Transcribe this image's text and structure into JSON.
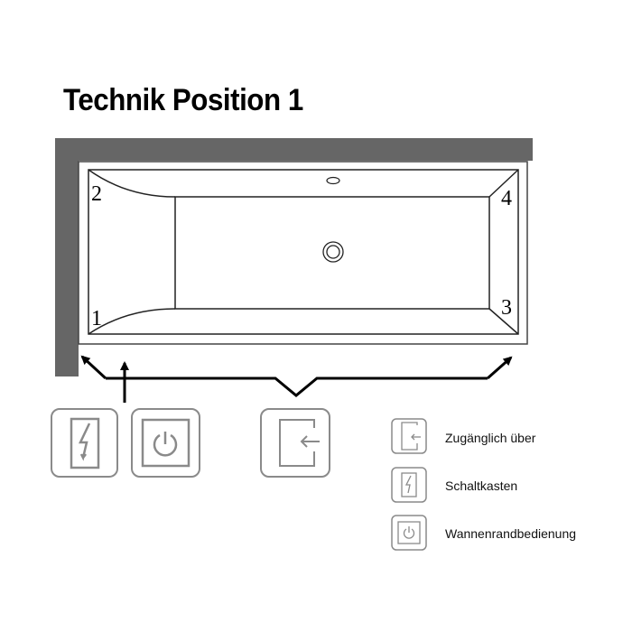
{
  "title": "Technik Position 1",
  "colors": {
    "wall": "#666666",
    "outline": "#222222",
    "icon_gray": "#8a8a8a",
    "arrow": "#000000"
  },
  "tub": {
    "corners": [
      {
        "id": "1",
        "label": "1"
      },
      {
        "id": "2",
        "label": "2"
      },
      {
        "id": "3",
        "label": "3"
      },
      {
        "id": "4",
        "label": "4"
      }
    ]
  },
  "access_icons": [
    {
      "name": "schaltkasten",
      "icon": "electrical-box-icon"
    },
    {
      "name": "wannenrandbedienung",
      "icon": "power-icon"
    },
    {
      "name": "zugaenglich",
      "icon": "access-door-icon"
    }
  ],
  "legend": {
    "items": [
      {
        "icon": "access-door-icon",
        "label": "Zugänglich über"
      },
      {
        "icon": "electrical-box-icon",
        "label": "Schaltkasten"
      },
      {
        "icon": "power-icon",
        "label": "Wannenrandbedienung"
      }
    ]
  }
}
